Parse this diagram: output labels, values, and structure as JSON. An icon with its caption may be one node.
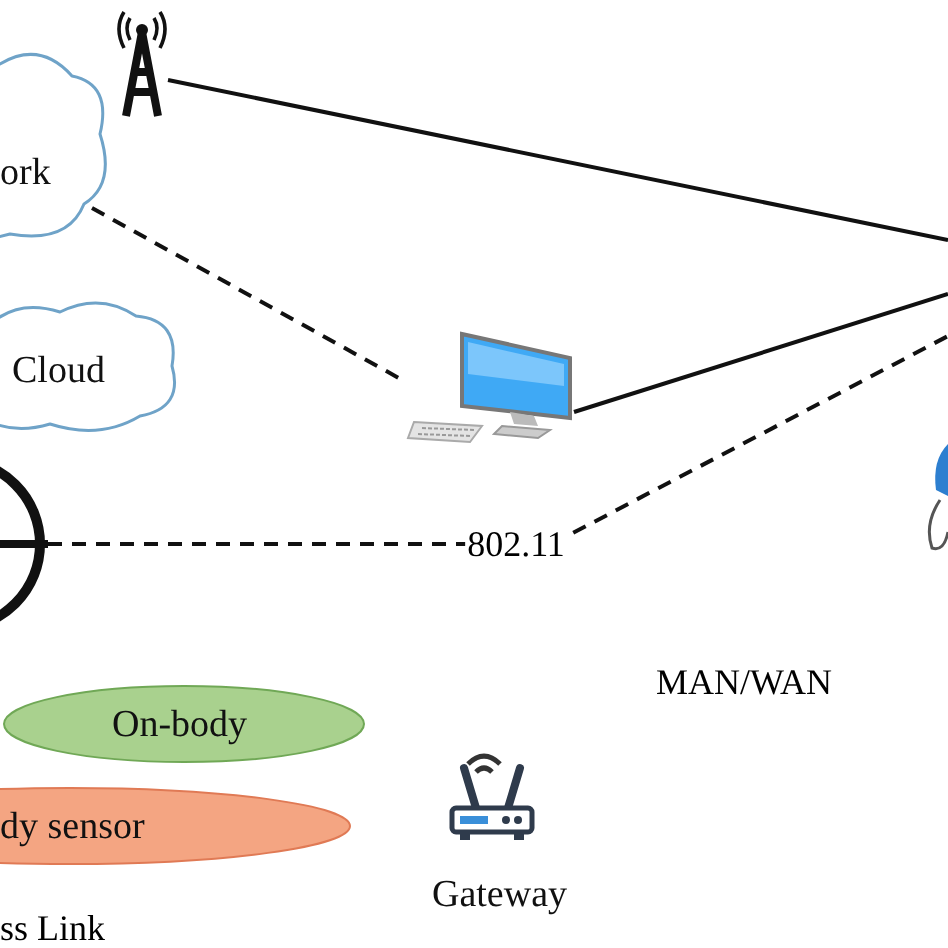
{
  "diagram": {
    "nodes": [
      {
        "text": [
          "ork"
        ]
      },
      {
        "text": [],
        "shape": "picture"
      },
      {
        "text": [
          "Cloud"
        ]
      },
      {
        "text": [],
        "shape": "picture"
      },
      {
        "text": [],
        "shape": "circle"
      },
      {
        "text": [
          "On-body"
        ]
      },
      {
        "text": [
          "dy sensor"
        ]
      },
      {
        "text": [
          "Gateway"
        ]
      }
    ],
    "edges": [
      {
        "from": 1,
        "to": null,
        "arrow": "none"
      },
      {
        "from": 0,
        "to": 3,
        "arrow": "none",
        "style": "dashed"
      },
      {
        "from": 3,
        "to": null,
        "arrow": "none"
      },
      {
        "from": 4,
        "to": null,
        "arrow": "none",
        "style": "dashed",
        "label": "802.11"
      }
    ],
    "labels": [
      "MAN/WAN",
      "ss Link"
    ]
  }
}
